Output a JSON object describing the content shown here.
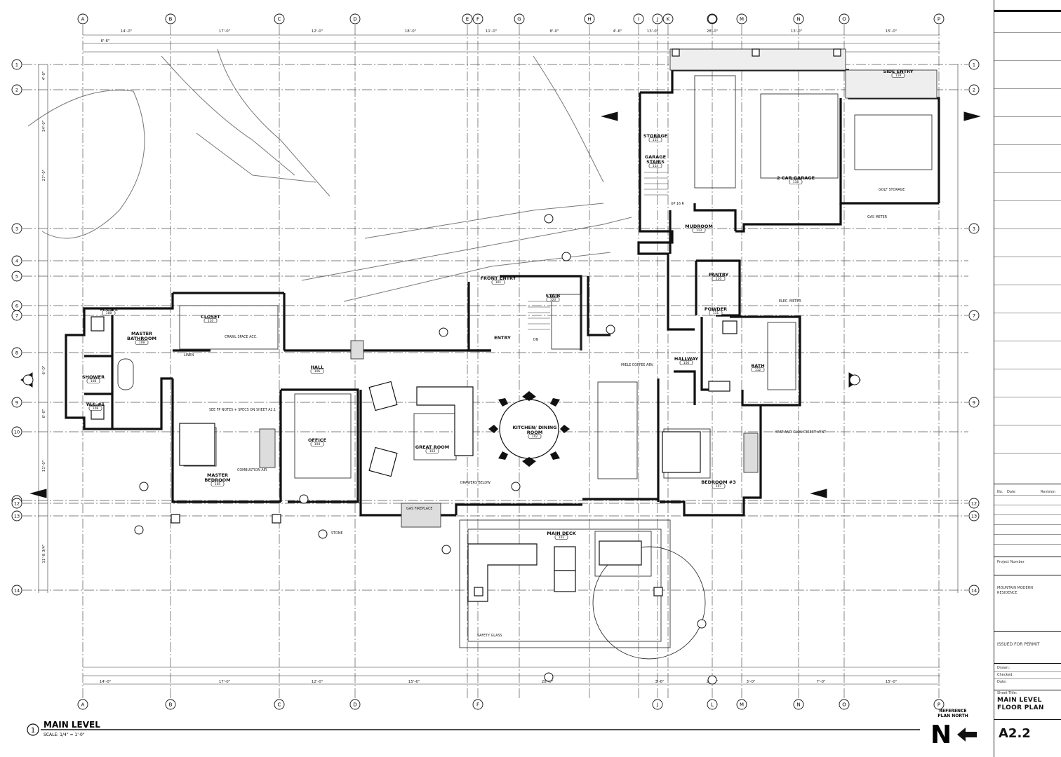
{
  "drawing": {
    "title": "MAIN LEVEL",
    "scale": "SCALE: 1/4\" = 1'-0\"",
    "detail_number": "1"
  },
  "grid": {
    "columns": [
      "A",
      "B",
      "C",
      "D",
      "E",
      "F",
      "G",
      "H",
      "I",
      "J",
      "K",
      "L",
      "M",
      "N",
      "O",
      "P"
    ],
    "bottom_columns": [
      "A",
      "B",
      "C",
      "D",
      "F",
      "J",
      "L",
      "M",
      "N",
      "O",
      "P"
    ],
    "rows": [
      "1",
      "2",
      "3",
      "4",
      "5",
      "6",
      "7",
      "8",
      "9",
      "10",
      "11",
      "12",
      "13",
      "14"
    ],
    "right_rows": [
      "1",
      "2",
      "3",
      "7",
      "9",
      "12",
      "13",
      "14"
    ]
  },
  "rooms": [
    {
      "name": "SIDE ENTRY",
      "tag": "119"
    },
    {
      "name": "STORAGE",
      "tag": "115"
    },
    {
      "name": "GARAGE STAIRS",
      "tag": "114"
    },
    {
      "name": "2 CAR GARAGE",
      "tag": "118"
    },
    {
      "name": "MUDROOM",
      "tag": "113"
    },
    {
      "name": "PANTRY",
      "tag": "110"
    },
    {
      "name": "POWDER",
      "tag": "111"
    },
    {
      "name": "HALLWAY",
      "tag": "106"
    },
    {
      "name": "BATH",
      "tag": "112"
    },
    {
      "name": "FRONT ENTRY",
      "tag": "101"
    },
    {
      "name": "STAIR",
      "tag": "120"
    },
    {
      "name": "ENTRY",
      "tag": ""
    },
    {
      "name": "CLOSET",
      "tag": "110"
    },
    {
      "name": "MASTER BATHROOM",
      "tag": "108"
    },
    {
      "name": "W.C.#2",
      "tag": "108"
    },
    {
      "name": "SHOWER",
      "tag": "108"
    },
    {
      "name": "W.C.#1",
      "tag": "108"
    },
    {
      "name": "HALL",
      "tag": "106"
    },
    {
      "name": "OFFICE",
      "tag": "104"
    },
    {
      "name": "GREAT ROOM",
      "tag": "103"
    },
    {
      "name": "KITCHEN/ DINING ROOM",
      "tag": "102"
    },
    {
      "name": "MASTER BEDROOM",
      "tag": "105"
    },
    {
      "name": "BEDROOM #3",
      "tag": "107"
    },
    {
      "name": "MAIN DECK",
      "tag": "101"
    }
  ],
  "notes": [
    "CRAWL SPACE ACC.",
    "SEE FP NOTES + SPECS ON SHEET A2.1",
    "COMBUSTION AIR",
    "GOLF STORAGE",
    "GAS METER",
    "ELEC. METER",
    "MIELE COFFEE ABV.",
    "HEAT AND GLOU DIRECT VENT",
    "DRAWERS BELOW",
    "STONE",
    "SAFETY GLASS",
    "GAS FIREPLACE",
    "LINEN",
    "DN",
    "UP 16 R"
  ],
  "dimensions": {
    "top": [
      "6'-6\"",
      "14'-0\"",
      "17'-0\"",
      "12'-0\"",
      "18'-0\"",
      "11'-0\"",
      "8'-0\"",
      "4'-6\"",
      "13'-0\"",
      "28'-0\"",
      "13'-0\"",
      "15'-0\""
    ],
    "bottom": [
      "14'-0\"",
      "17'-0\"",
      "12'-0\"",
      "15'-6\"",
      "28'-6\"",
      "3'-6\"",
      "22'-6\"",
      "3'-0\"",
      "7'-0\"",
      "15'-0\""
    ],
    "left": [
      "4'-0\"",
      "14'-0\"",
      "27'-0\"",
      "11'-0\"",
      "6'-0\"",
      "6'-0\"",
      "11'-8 3/4\""
    ]
  },
  "title_block": {
    "revision_header": [
      "No.",
      "Date",
      "Revision"
    ],
    "project_number_label": "Project Number",
    "project_name": "MOUNTAIN MODERN RESIDENCE",
    "issue": "ISSUED FOR PERMIT",
    "drawn_label": "Drawn:",
    "checked_label": "Checked:",
    "date_label": "Date:",
    "sheet_title_label": "Sheet Title:",
    "sheet_title": "MAIN LEVEL FLOOR PLAN",
    "sheet_number": "A2.2"
  },
  "north": {
    "label": "REFERENCE PLAN NORTH",
    "letter": "N"
  }
}
